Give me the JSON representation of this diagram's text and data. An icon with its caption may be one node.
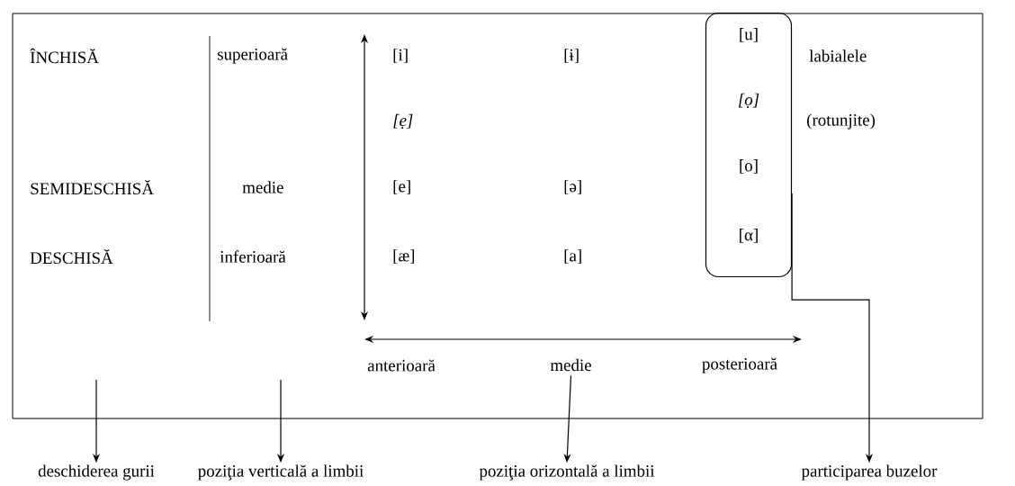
{
  "diagram": {
    "nodes": [
      {
        "text": [],
        "shape": "box"
      },
      {
        "text": [
          "[u]",
          "[ọ]",
          "[o]",
          "[α]"
        ],
        "in": 0
      },
      {
        "text": [
          "medie"
        ],
        "in": 0
      },
      {
        "text": [
          "deschiderea gurii"
        ]
      },
      {
        "text": [
          "poziţia verticală a limbii"
        ]
      },
      {
        "text": [
          "poziţia orizontală a limbii"
        ]
      },
      {
        "text": [
          "participarea buzelor"
        ]
      }
    ],
    "edges": [
      {
        "from": null,
        "to": 3,
        "arrow": "to"
      },
      {
        "from": null,
        "to": 4,
        "arrow": "to"
      },
      {
        "from": 2,
        "to": 5,
        "arrow": "to"
      },
      {
        "from": 1,
        "to": 6,
        "arrow": "to"
      }
    ],
    "labels": [
      "ÎNCHISĂ",
      "superioară",
      "[i]",
      "[ɨ]",
      "labialele",
      "[ẹ]",
      "(rotunjite)",
      "SEMIDESCHISĂ",
      "medie",
      "[e]",
      "[ə]",
      "DESCHISĂ",
      "inferioară",
      "[æ]",
      "[a]",
      "anterioară",
      "posterioară"
    ]
  }
}
